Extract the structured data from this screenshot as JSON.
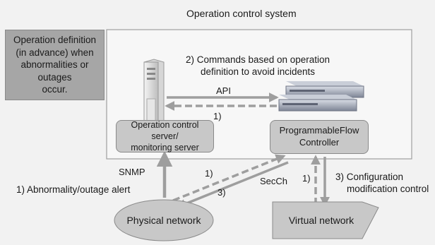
{
  "system_title": "Operation control system",
  "operation_definition": {
    "line1": "Operation definition",
    "line2": "(in advance) when",
    "line3": "abnormalities or outages",
    "line4": "occur."
  },
  "commands_note": {
    "line1": "2) Commands based on operation",
    "line2": "definition to avoid incidents"
  },
  "api_label": "API",
  "step1_api": "1)",
  "server_box": {
    "line1": "Operation control server/",
    "line2": "monitoring server"
  },
  "controller_box": {
    "line1": "ProgrammableFlow",
    "line2": "Controller"
  },
  "snmp_label": "SNMP",
  "alert_label": "1) Abnormality/outage alert",
  "secch_step1": "1)",
  "secch_step3": "3)",
  "secch_label": "SecCh",
  "virtual_step1": "1)",
  "config_note": {
    "line1": "3) Configuration",
    "line2": "modification control"
  },
  "physical_network": "Physical network",
  "virtual_network": "Virtual network",
  "colors": {
    "box_fill": "#c8c8c8",
    "definition_fill": "#a6a6a6",
    "arrow_gray": "#9e9e9e",
    "system_border": "#a0a0a0"
  },
  "icons": [
    "server-tower-icon",
    "controller-rack-icon"
  ]
}
